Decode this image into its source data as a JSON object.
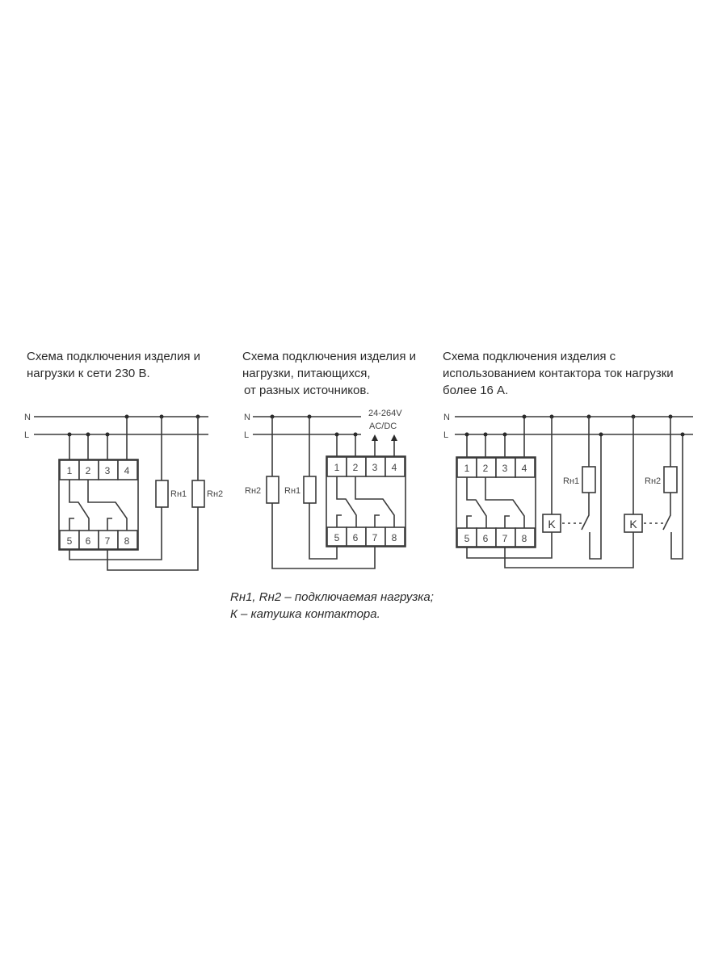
{
  "diagram1": {
    "title_lines": [
      "Схема подключения изделия и",
      "нагрузки к сети 230 В."
    ],
    "line_n": "N",
    "line_l": "L",
    "load1": "Rн1",
    "load2": "Rн2"
  },
  "diagram2": {
    "title_lines": [
      "Схема подключения изделия и",
      "нагрузки, питающихся,",
      "от разных источников."
    ],
    "line_n": "N",
    "line_l": "L",
    "supply_lines": [
      "24-264V",
      "AC/DC"
    ],
    "load1": "Rн1",
    "load2": "Rн2"
  },
  "diagram3": {
    "title_lines": [
      "Схема подключения изделия с",
      "использованием контактора ток нагрузки",
      "более 16 А."
    ],
    "line_n": "N",
    "line_l": "L",
    "coil1": "K",
    "coil2": "K",
    "load1": "Rн1",
    "load2": "Rн2"
  },
  "terminals": [
    "1",
    "2",
    "3",
    "4",
    "5",
    "6",
    "7",
    "8"
  ],
  "legend": [
    "Rн1, Rн2 – подключаемая нагрузка;",
    "К – катушка контактора."
  ]
}
